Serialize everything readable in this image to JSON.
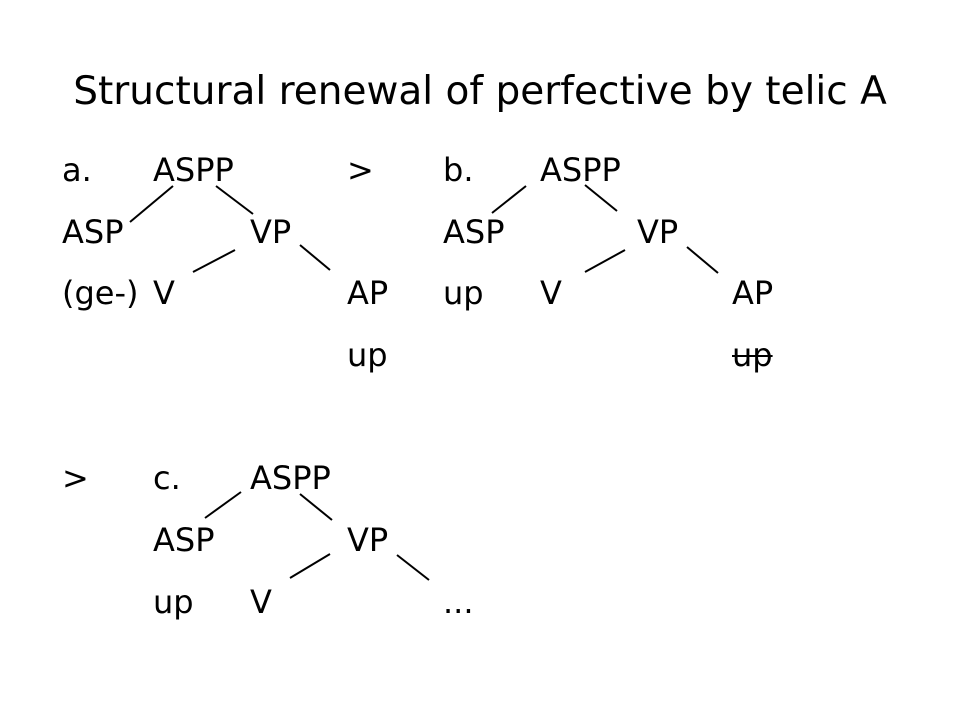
{
  "title": "Structural renewal of perfective by telic A",
  "tree_a": {
    "label": "a.",
    "root": "ASPP",
    "asp": "ASP",
    "vp": "VP",
    "asp_content": "(ge-)",
    "v": "V",
    "ap": "AP",
    "ap_content": "up"
  },
  "arrow_ab": ">",
  "tree_b": {
    "label": "b.",
    "root": "ASPP",
    "asp": "ASP",
    "vp": "VP",
    "asp_content": "up",
    "v": "V",
    "ap": "AP",
    "ap_content_struck": "up"
  },
  "arrow_bc": ">",
  "tree_c": {
    "label": "c.",
    "root": "ASPP",
    "asp": "ASP",
    "vp": "VP",
    "asp_content": "up",
    "v": "V",
    "vp_rest": "..."
  }
}
